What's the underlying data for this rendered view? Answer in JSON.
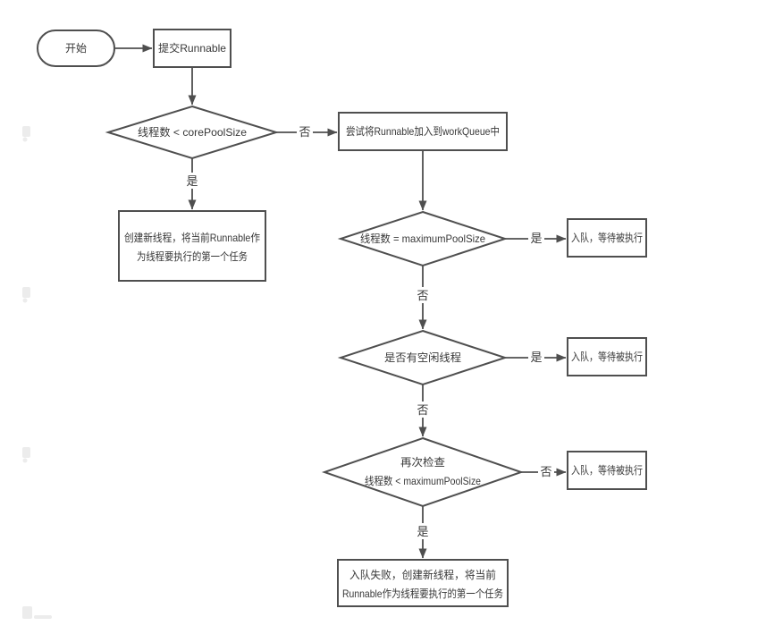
{
  "diagram": {
    "nodes": {
      "start": "开始",
      "submit": "提交Runnable",
      "check_core": "线程数 < corePoolSize",
      "try_enqueue": "尝试将Runnable加入到workQueue中",
      "create_thread_line1": "创建新线程，将当前Runnable作",
      "create_thread_line2": "为线程要执行的第一个任务",
      "check_max": "线程数 = maximumPoolSize",
      "enqueue_wait_1": "入队，等待被执行",
      "check_idle": "是否有空闲线程",
      "enqueue_wait_2": "入队，等待被执行",
      "recheck_line1": "再次检查",
      "recheck_line2": "线程数 < maximumPoolSize",
      "enqueue_wait_3": "入队，等待被执行",
      "enqueue_failed_line1": "入队失败，创建新线程，将当前",
      "enqueue_failed_line2": "Runnable作为线程要执行的第一个任务"
    },
    "edge_labels": {
      "core_no": "否",
      "core_yes": "是",
      "max_yes": "是",
      "max_no": "否",
      "idle_yes": "是",
      "idle_no": "否",
      "recheck_no": "否",
      "recheck_yes": "是"
    }
  },
  "colors": {
    "line": "#4f4f4f",
    "text": "#383838",
    "background": "#ffffff",
    "watermark": "#ececec"
  }
}
